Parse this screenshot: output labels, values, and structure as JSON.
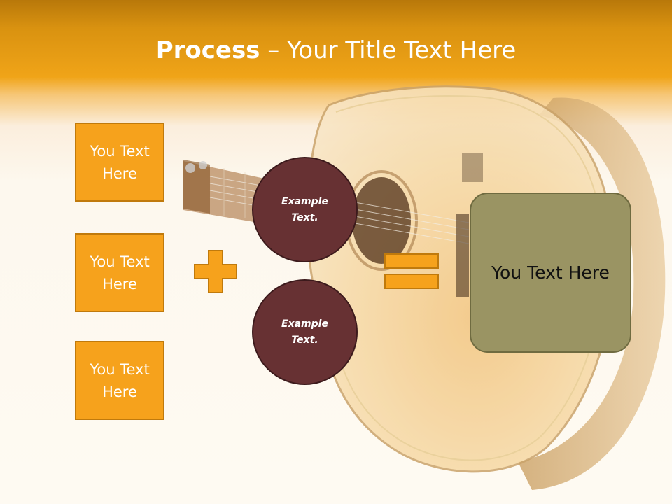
{
  "title": {
    "bold": "Process",
    "rest": " – Your Title Text Here"
  },
  "left_boxes": [
    {
      "label": "You Text Here"
    },
    {
      "label": "You Text Here"
    },
    {
      "label": "You Text Here"
    }
  ],
  "circles": [
    {
      "label": "Example Text."
    },
    {
      "label": "Example Text."
    }
  ],
  "result": {
    "label": "You Text Here"
  },
  "colors": {
    "header": "#f0a418",
    "box_fill": "#f6a21c",
    "circle_fill": "#673133",
    "result_fill": "#9a9463",
    "operator_fill": "#f6a21c"
  },
  "icons": {
    "plus": "plus-sign-icon",
    "equals": "equals-sign-icon",
    "background": "acoustic-guitar-image"
  }
}
